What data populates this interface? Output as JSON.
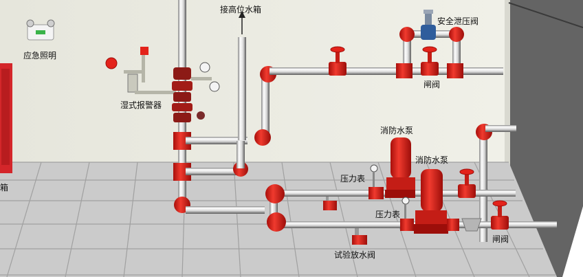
{
  "labels": {
    "emergency_light": "应急照明",
    "wet_alarm_valve": "湿式报警器",
    "high_tank": "接高位水箱",
    "safety_relief_valve": "安全泄压阀",
    "gate_valve_top": "闸阀",
    "fire_pump_1": "消防水泵",
    "fire_pump_2": "消防水泵",
    "pressure_gauge_1": "压力表",
    "pressure_gauge_2": "压力表",
    "gate_valve_bottom": "闸阀",
    "test_drain_valve": "试验放水阀",
    "cabinet_partial": "闸箱"
  },
  "colors": {
    "wall": "#ebebe3",
    "right_wall": "#646464",
    "floor_tile": "#c9c9c9",
    "floor_line": "#9c9c9c",
    "pipe": "#e8e8e8",
    "fitting_red": "#e3231b",
    "cabinet_red": "#d4262a"
  }
}
